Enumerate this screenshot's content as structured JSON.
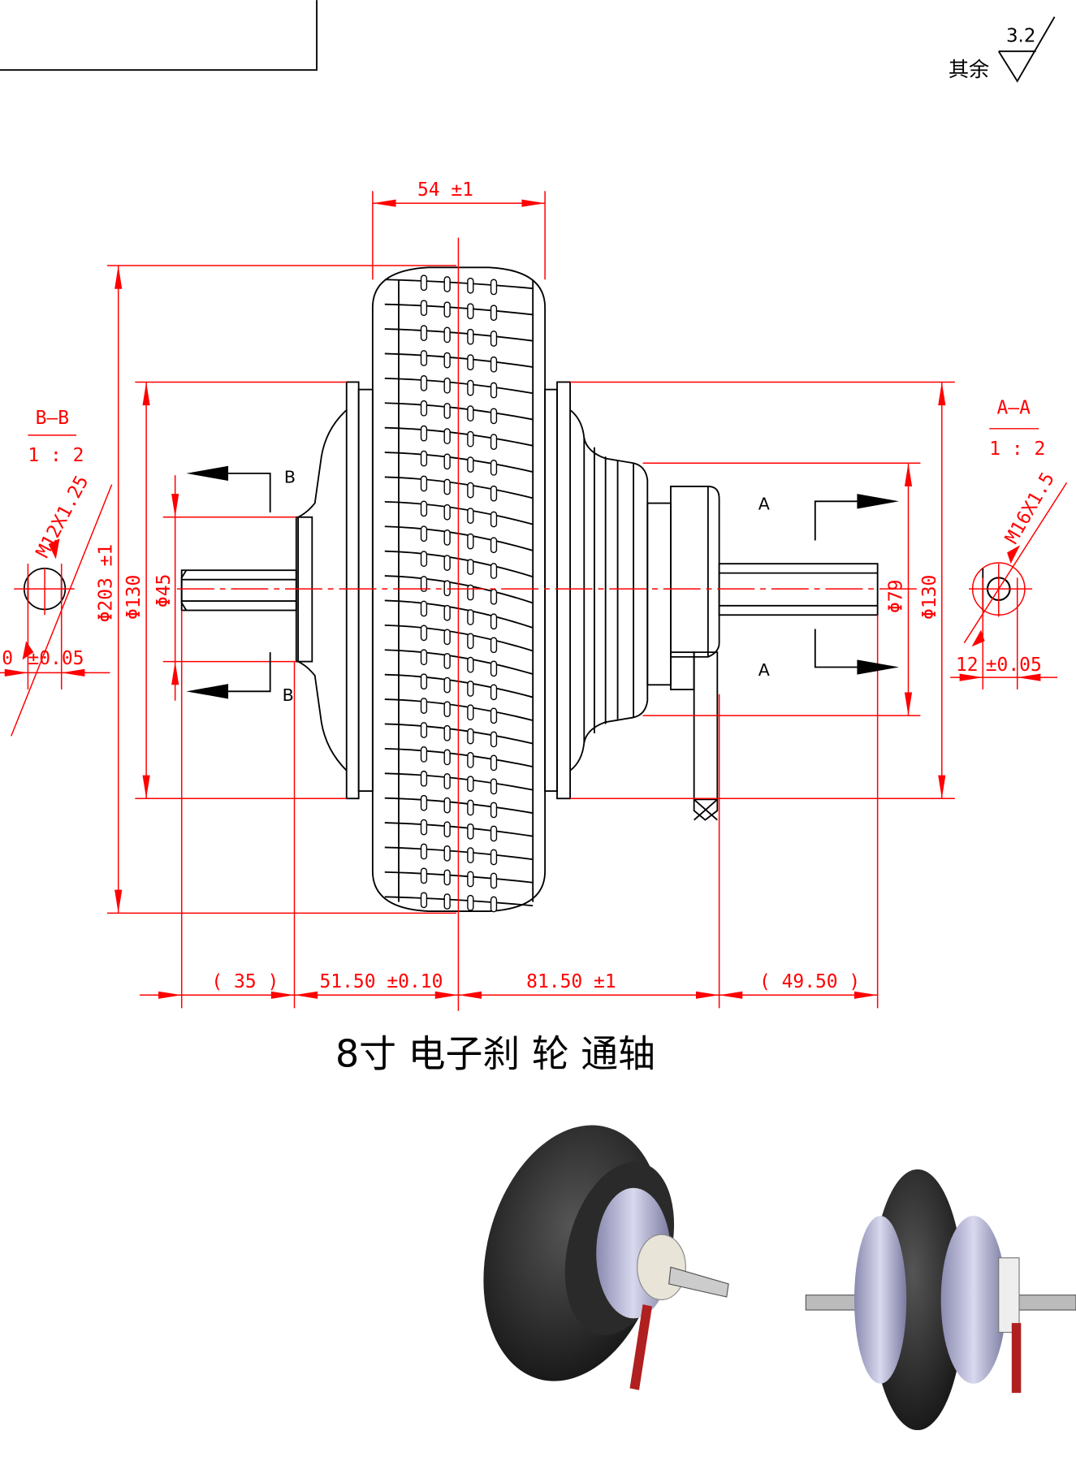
{
  "drawing": {
    "title": "8寸 电子刹 轮 通轴",
    "surface_finish": {
      "label": "其余",
      "value": "3.2"
    },
    "dimensions": {
      "tire_width": "54 ±1",
      "tire_diameter": "Φ203 ±1",
      "flange_diameter_left": "Φ130",
      "hub_diameter_left": "Φ45",
      "hub_diameter_right": "Φ79",
      "flange_diameter_right": "Φ130",
      "left_shaft_length": "( 35 )",
      "left_hub_to_center": "51.50 ±0.10",
      "center_to_right_hub": "81.50 ±1",
      "right_shaft_length": "( 49.50 )"
    },
    "section_markers": {
      "left": "B",
      "right": "A"
    },
    "section_bb": {
      "title": "B—B",
      "scale": "1 : 2",
      "thread": "M12X1.25",
      "flat": "0",
      "tolerance": "±0.05"
    },
    "section_aa": {
      "title": "A—A",
      "scale": "1 : 2",
      "thread": "M16X1.5",
      "flat": "12",
      "tolerance": "±0.05"
    }
  },
  "colors": {
    "dimension": "#ff0000",
    "outline": "#000000"
  }
}
